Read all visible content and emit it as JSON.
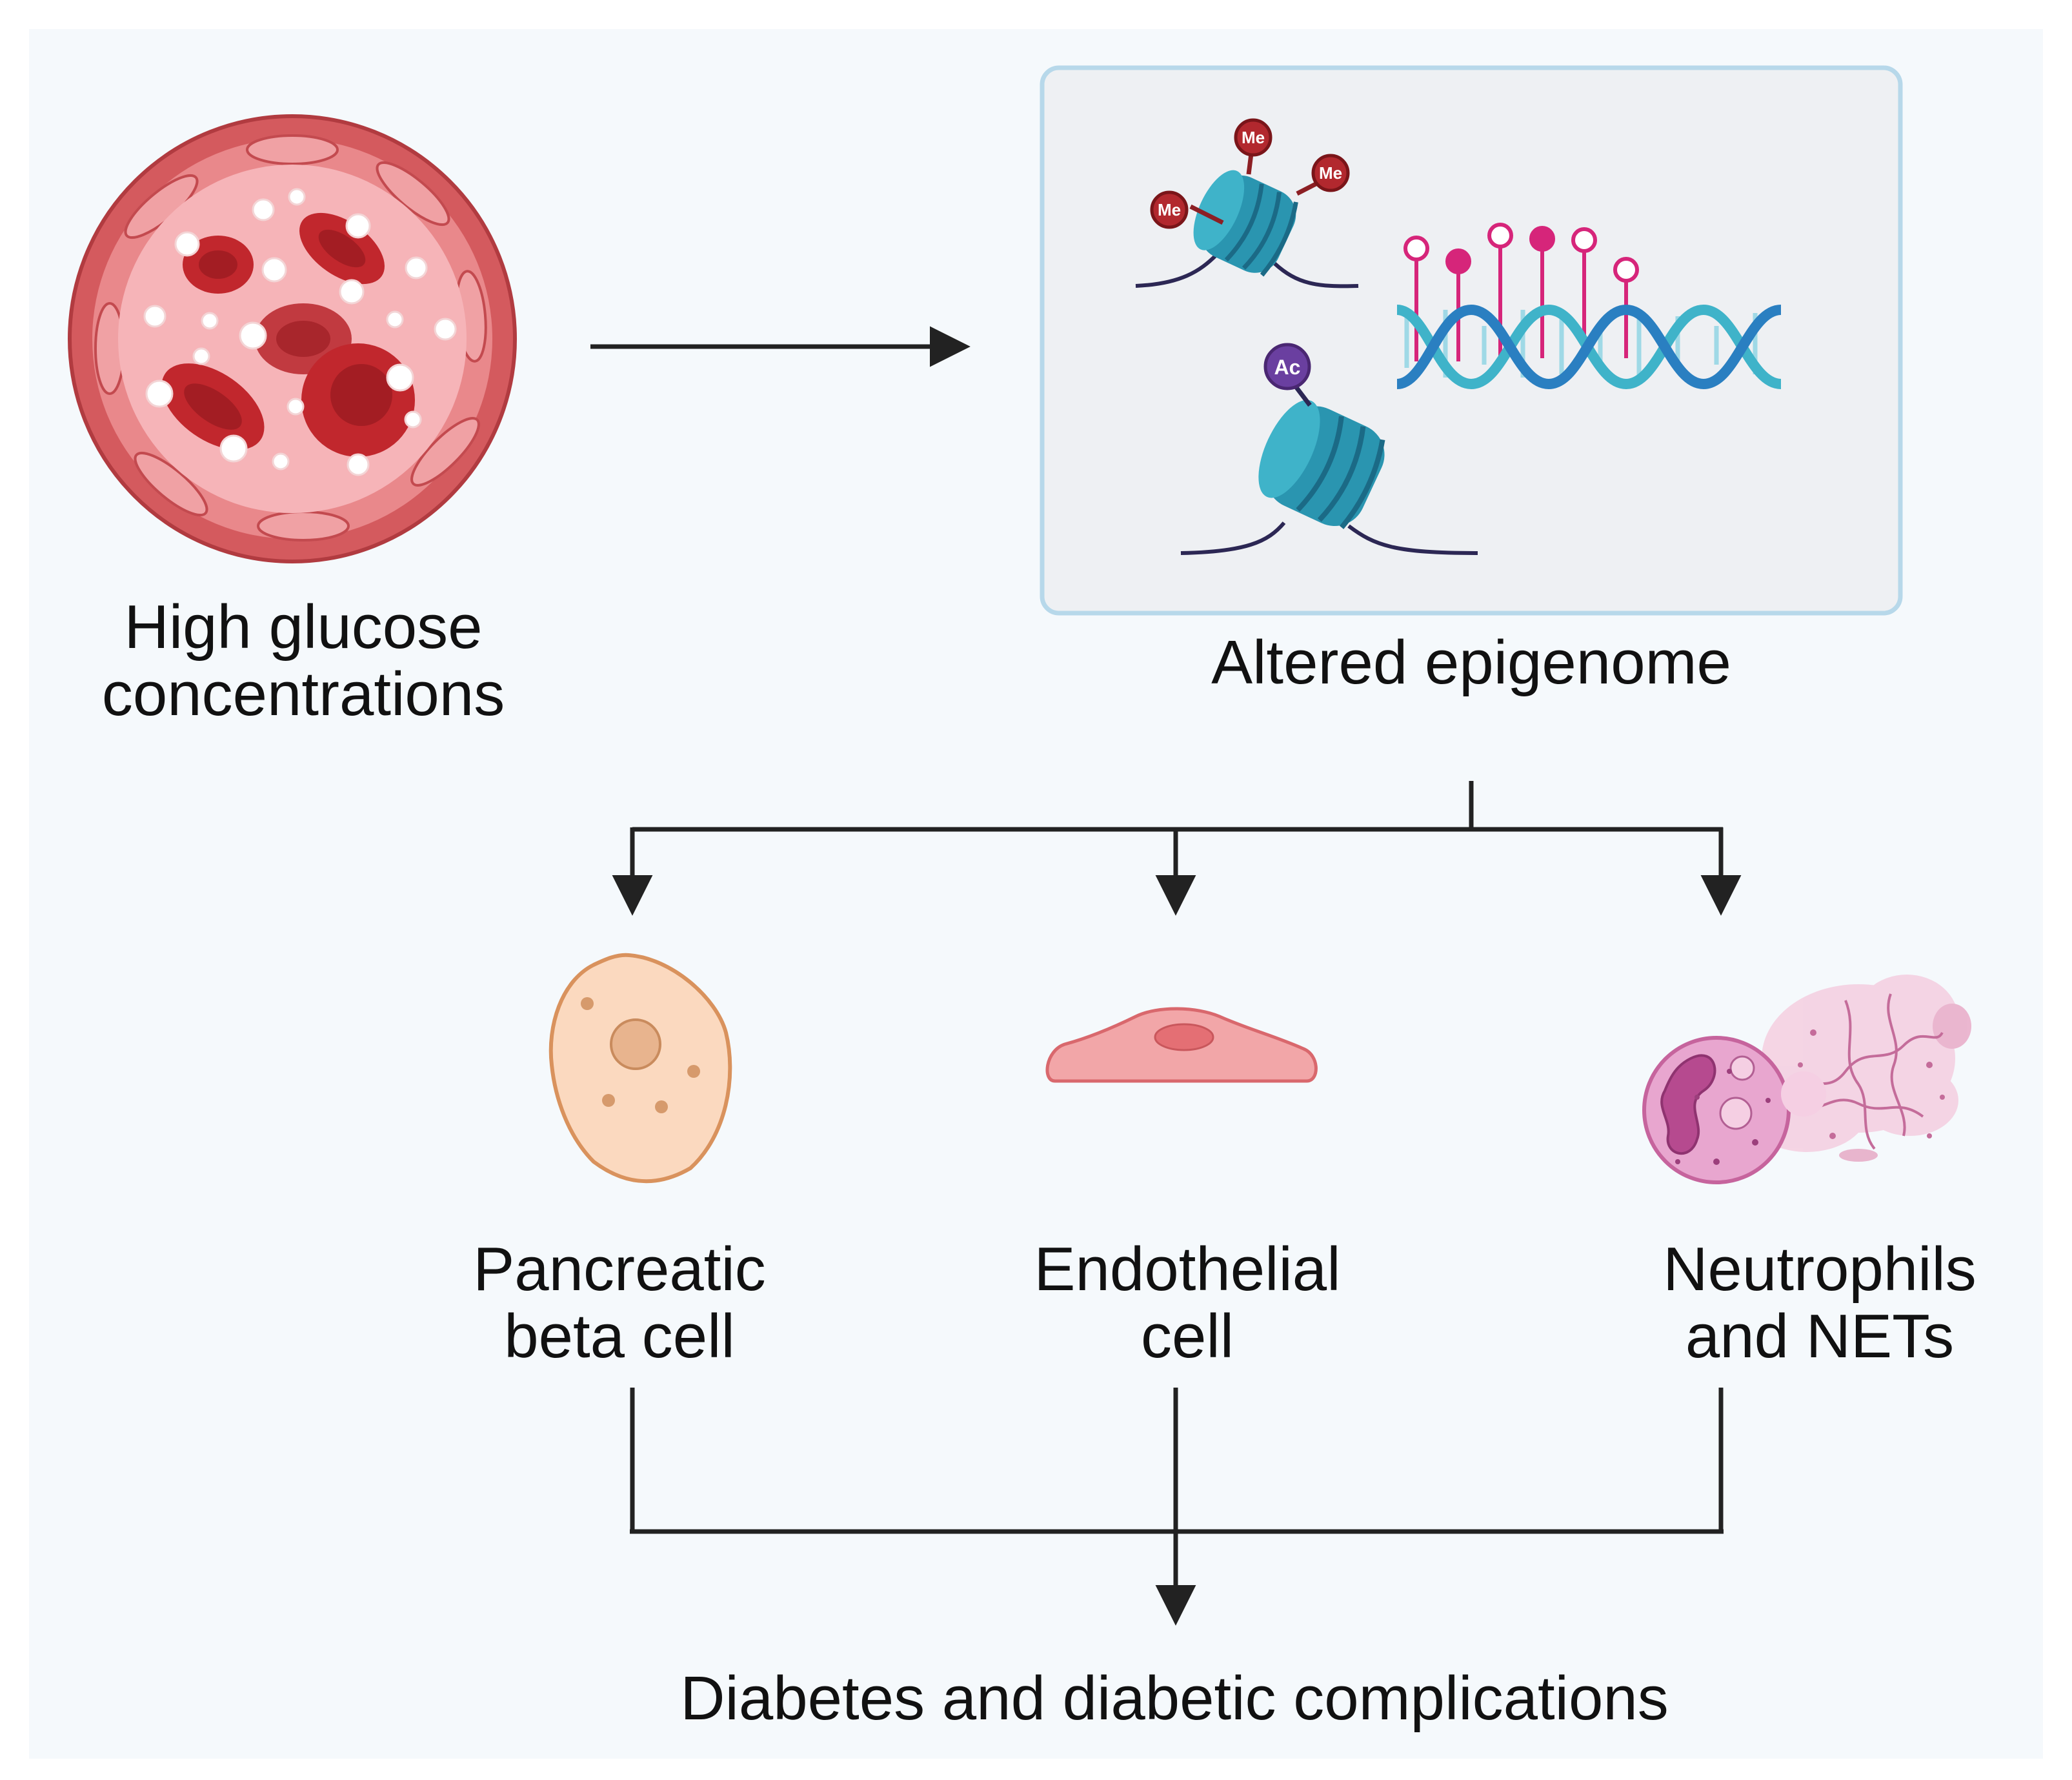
{
  "labels": {
    "high_glucose": [
      "High glucose",
      "concentrations"
    ],
    "altered_epigenome": "Altered epigenome",
    "pancreatic_beta": [
      "Pancreatic",
      "beta cell"
    ],
    "endothelial": [
      "Endothelial",
      "cell"
    ],
    "neutrophils": [
      "Neutrophils",
      "and NETs"
    ],
    "outcome": "Diabetes and diabetic complications"
  },
  "marks": {
    "methyl": "Me",
    "acetyl": "Ac"
  },
  "icons": {
    "blood_vessel": "blood-vessel-cross-section-icon",
    "nucleosome": "nucleosome-icon",
    "dna": "dna-double-helix-icon",
    "beta_cell": "pancreatic-beta-cell-icon",
    "endothelial_cell": "endothelial-cell-icon",
    "neutrophil": "neutrophil-net-icon"
  },
  "colors": {
    "page_background": "#f5f9fc",
    "vessel_outer": "#d45a5e",
    "vessel_inner": "#f6b4b8",
    "red_cell": "#c1272d",
    "glucose": "#ffffff",
    "epigenome_box_fill": "#eef0f3",
    "epigenome_box_border": "#b7d8ea",
    "nucleosome": "#3fb3c9",
    "methyl_mark": "#b2282e",
    "acetyl_mark": "#6a3fa0",
    "dna_marks": "#d6257a",
    "beta_cell": "#fbd9bf",
    "endothelial_cell": "#f2a6a8",
    "neutrophil": "#e8a6cf",
    "arrows": "#222222"
  }
}
